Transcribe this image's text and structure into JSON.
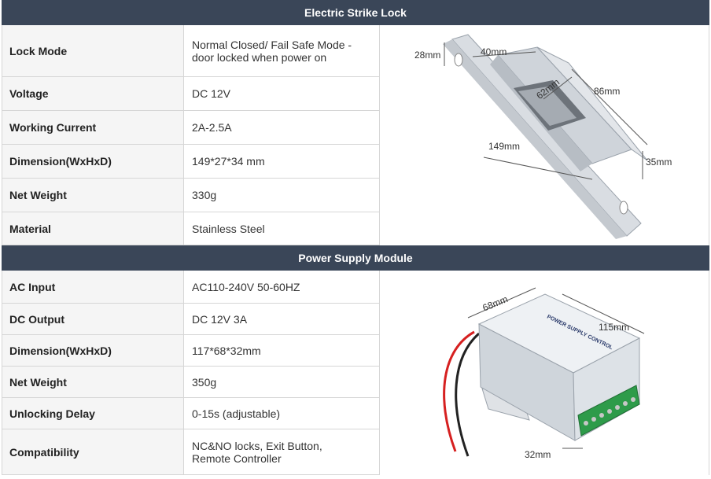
{
  "lock_section": {
    "title": "Electric Strike Lock",
    "rows": [
      {
        "label": "Lock Mode",
        "value": "Normal Closed/ Fail Safe Mode - door locked when power on"
      },
      {
        "label": "Voltage",
        "value": "DC 12V"
      },
      {
        "label": "Working Current",
        "value": "2A-2.5A"
      },
      {
        "label": "Dimension(WxHxD)",
        "value": "149*27*34 mm"
      },
      {
        "label": "Net Weight",
        "value": "330g"
      },
      {
        "label": "Material",
        "value": "Stainless Steel"
      }
    ],
    "image": {
      "dims": [
        "28mm",
        "40mm",
        "62mm",
        "86mm",
        "149mm",
        "35mm"
      ]
    }
  },
  "power_section": {
    "title": "Power Supply Module",
    "rows": [
      {
        "label": "AC Input",
        "value": "AC110-240V 50-60HZ"
      },
      {
        "label": "DC Output",
        "value": "DC 12V 3A"
      },
      {
        "label": "Dimension(WxHxD)",
        "value": "117*68*32mm"
      },
      {
        "label": "Net Weight",
        "value": "350g"
      },
      {
        "label": "Unlocking Delay",
        "value": "0-15s (adjustable)"
      },
      {
        "label": "Compatibility",
        "value": "NC&NO locks, Exit Button, Remote Controller"
      }
    ],
    "image": {
      "dims": [
        "68mm",
        "115mm",
        "32mm"
      ],
      "device_label": "POWER SUPPLY CONTROL"
    }
  },
  "colors": {
    "header_bg": "#3a4658",
    "label_bg": "#f5f5f5",
    "border": "#d6d6d6"
  }
}
